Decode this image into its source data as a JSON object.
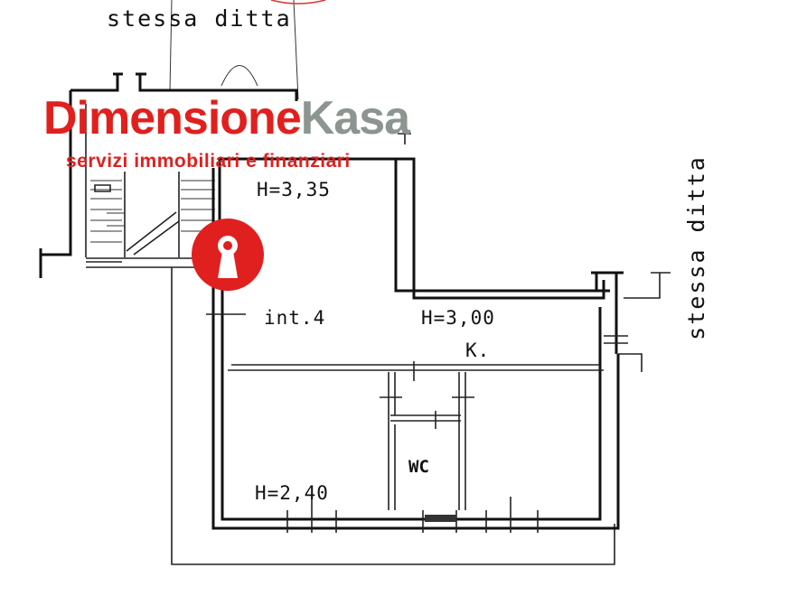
{
  "labels": {
    "top_neighbor": "stessa ditta",
    "right_neighbor": "stessa ditta",
    "unit": "int.4",
    "height_upper": "H=3,35",
    "height_main": "H=3,00",
    "kitchen": "K.",
    "height_lower": "H=2,40",
    "wc": "WC"
  },
  "watermark": {
    "brand_part1": "Dimensione",
    "brand_part2": "Kasa",
    "tagline": "servizi immobiliari e finanziari",
    "brand_red": "#e0201e",
    "brand_grey": "#8c9590",
    "badge_icon": "keyhole-icon"
  }
}
